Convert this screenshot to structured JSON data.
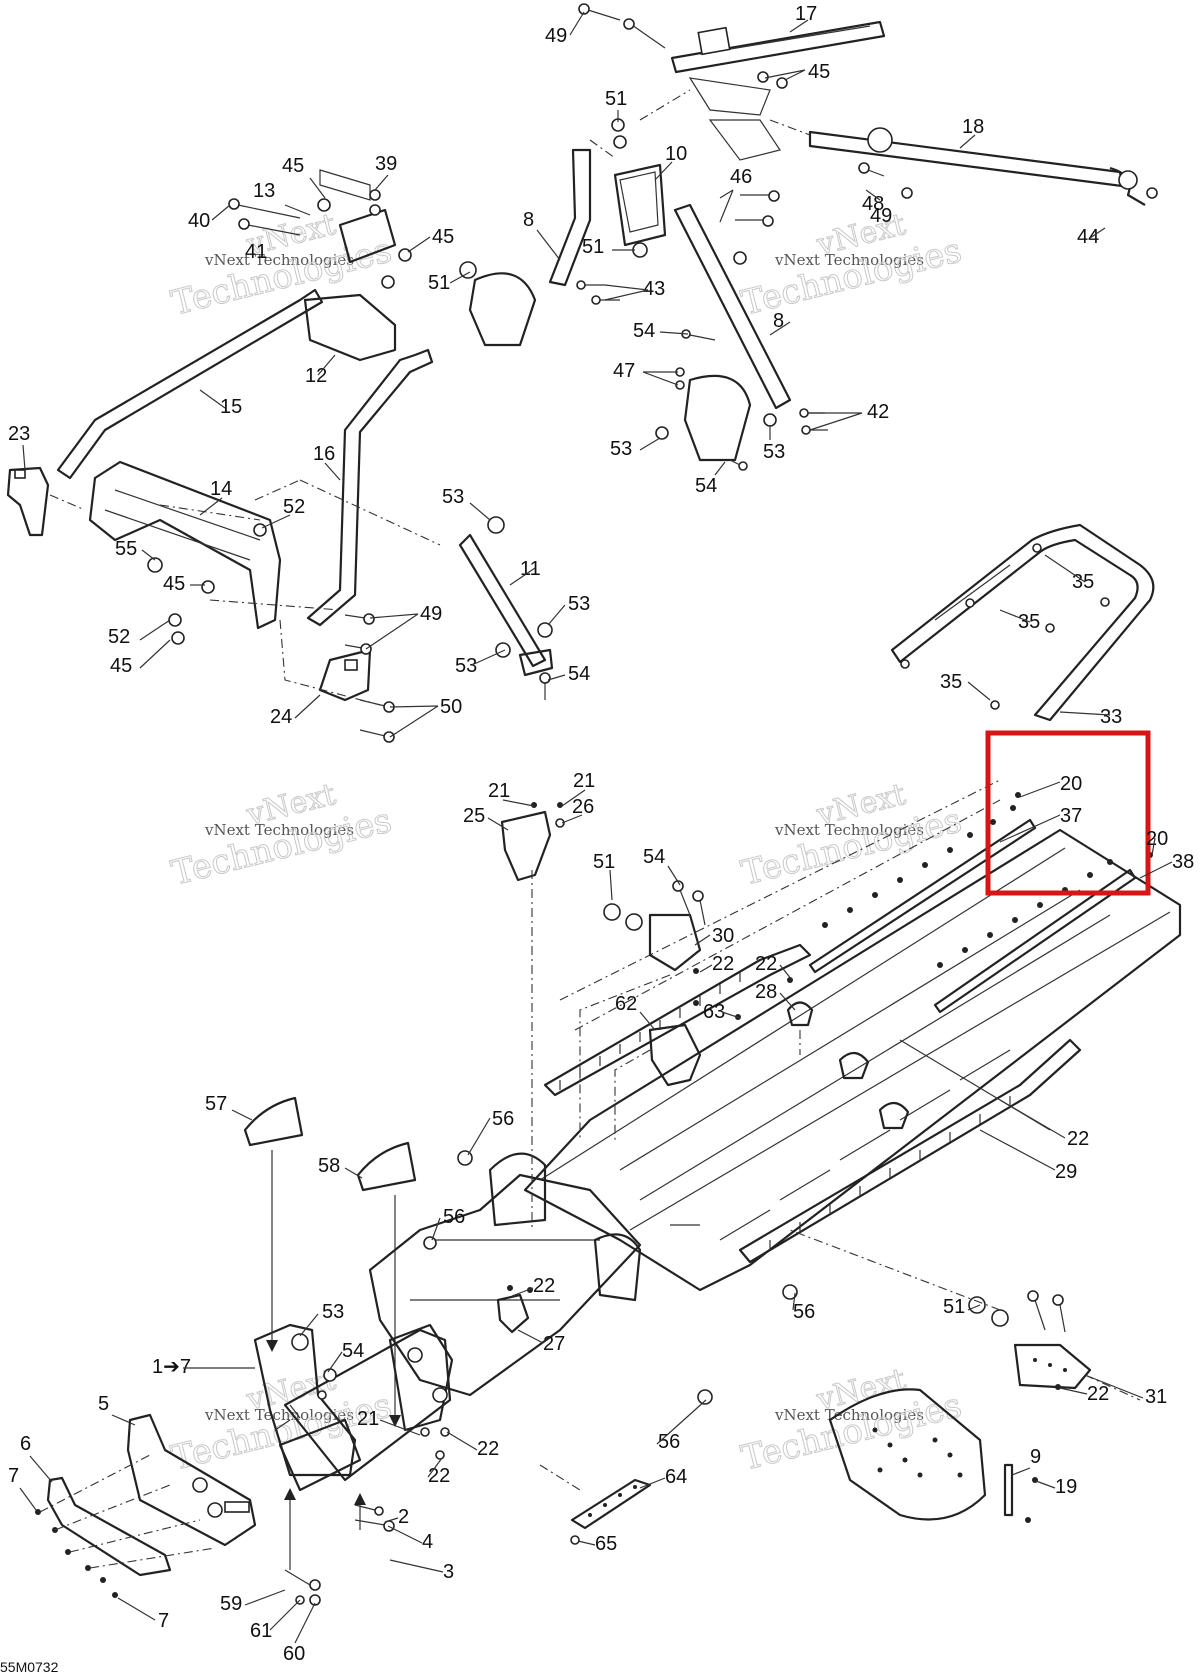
{
  "diagram_code": "55M0732",
  "watermark": {
    "brand_line1": "vNext",
    "brand_line2": "Technologies",
    "small": "vNext Technologies"
  },
  "highlight_color": "#d91414",
  "callouts": {
    "c1": "49",
    "c2": "17",
    "c3": "45",
    "c4": "51",
    "c5": "10",
    "c6": "18",
    "c7": "45",
    "c8": "39",
    "c9": "13",
    "c10": "40",
    "c11": "41",
    "c12": "45",
    "c13": "8",
    "c14": "46",
    "c15": "48",
    "c16": "49",
    "c17": "44",
    "c18": "51",
    "c19": "51",
    "c20": "43",
    "c21": "8",
    "c22": "12",
    "c23": "54",
    "c24": "47",
    "c25": "42",
    "c26": "15",
    "c27": "53",
    "c28": "53",
    "c29": "54",
    "c30": "23",
    "c31": "14",
    "c32": "16",
    "c33": "53",
    "c34": "52",
    "c35": "55",
    "c36": "45",
    "c37": "11",
    "c38": "35",
    "c39": "35",
    "c40": "53",
    "c41": "49",
    "c42": "52",
    "c43": "45",
    "c44": "53",
    "c45": "54",
    "c46": "35",
    "c47": "50",
    "c48": "24",
    "c49": "33",
    "c50": "21",
    "c51": "21",
    "c52": "26",
    "c53": "20",
    "c54": "25",
    "c55": "37",
    "c56": "20",
    "c57": "38",
    "c58": "51",
    "c59": "54",
    "c60": "30",
    "c61": "22",
    "c62": "22",
    "c63": "28",
    "c64": "62",
    "c65": "63",
    "c66": "57",
    "c67": "56",
    "c68": "58",
    "c69": "22",
    "c70": "29",
    "c71": "56",
    "c72": "22",
    "c73": "27",
    "c74": "53",
    "c75": "54",
    "c76": "56",
    "c77": "51",
    "c78": "1➔7",
    "c79": "31",
    "c80": "22",
    "c81": "5",
    "c82": "21",
    "c83": "6",
    "c84": "22",
    "c85": "56",
    "c86": "7",
    "c87": "22",
    "c88": "64",
    "c89": "9",
    "c90": "19",
    "c91": "2",
    "c92": "4",
    "c93": "65",
    "c94": "3",
    "c95": "59",
    "c96": "7",
    "c97": "61",
    "c98": "60"
  }
}
